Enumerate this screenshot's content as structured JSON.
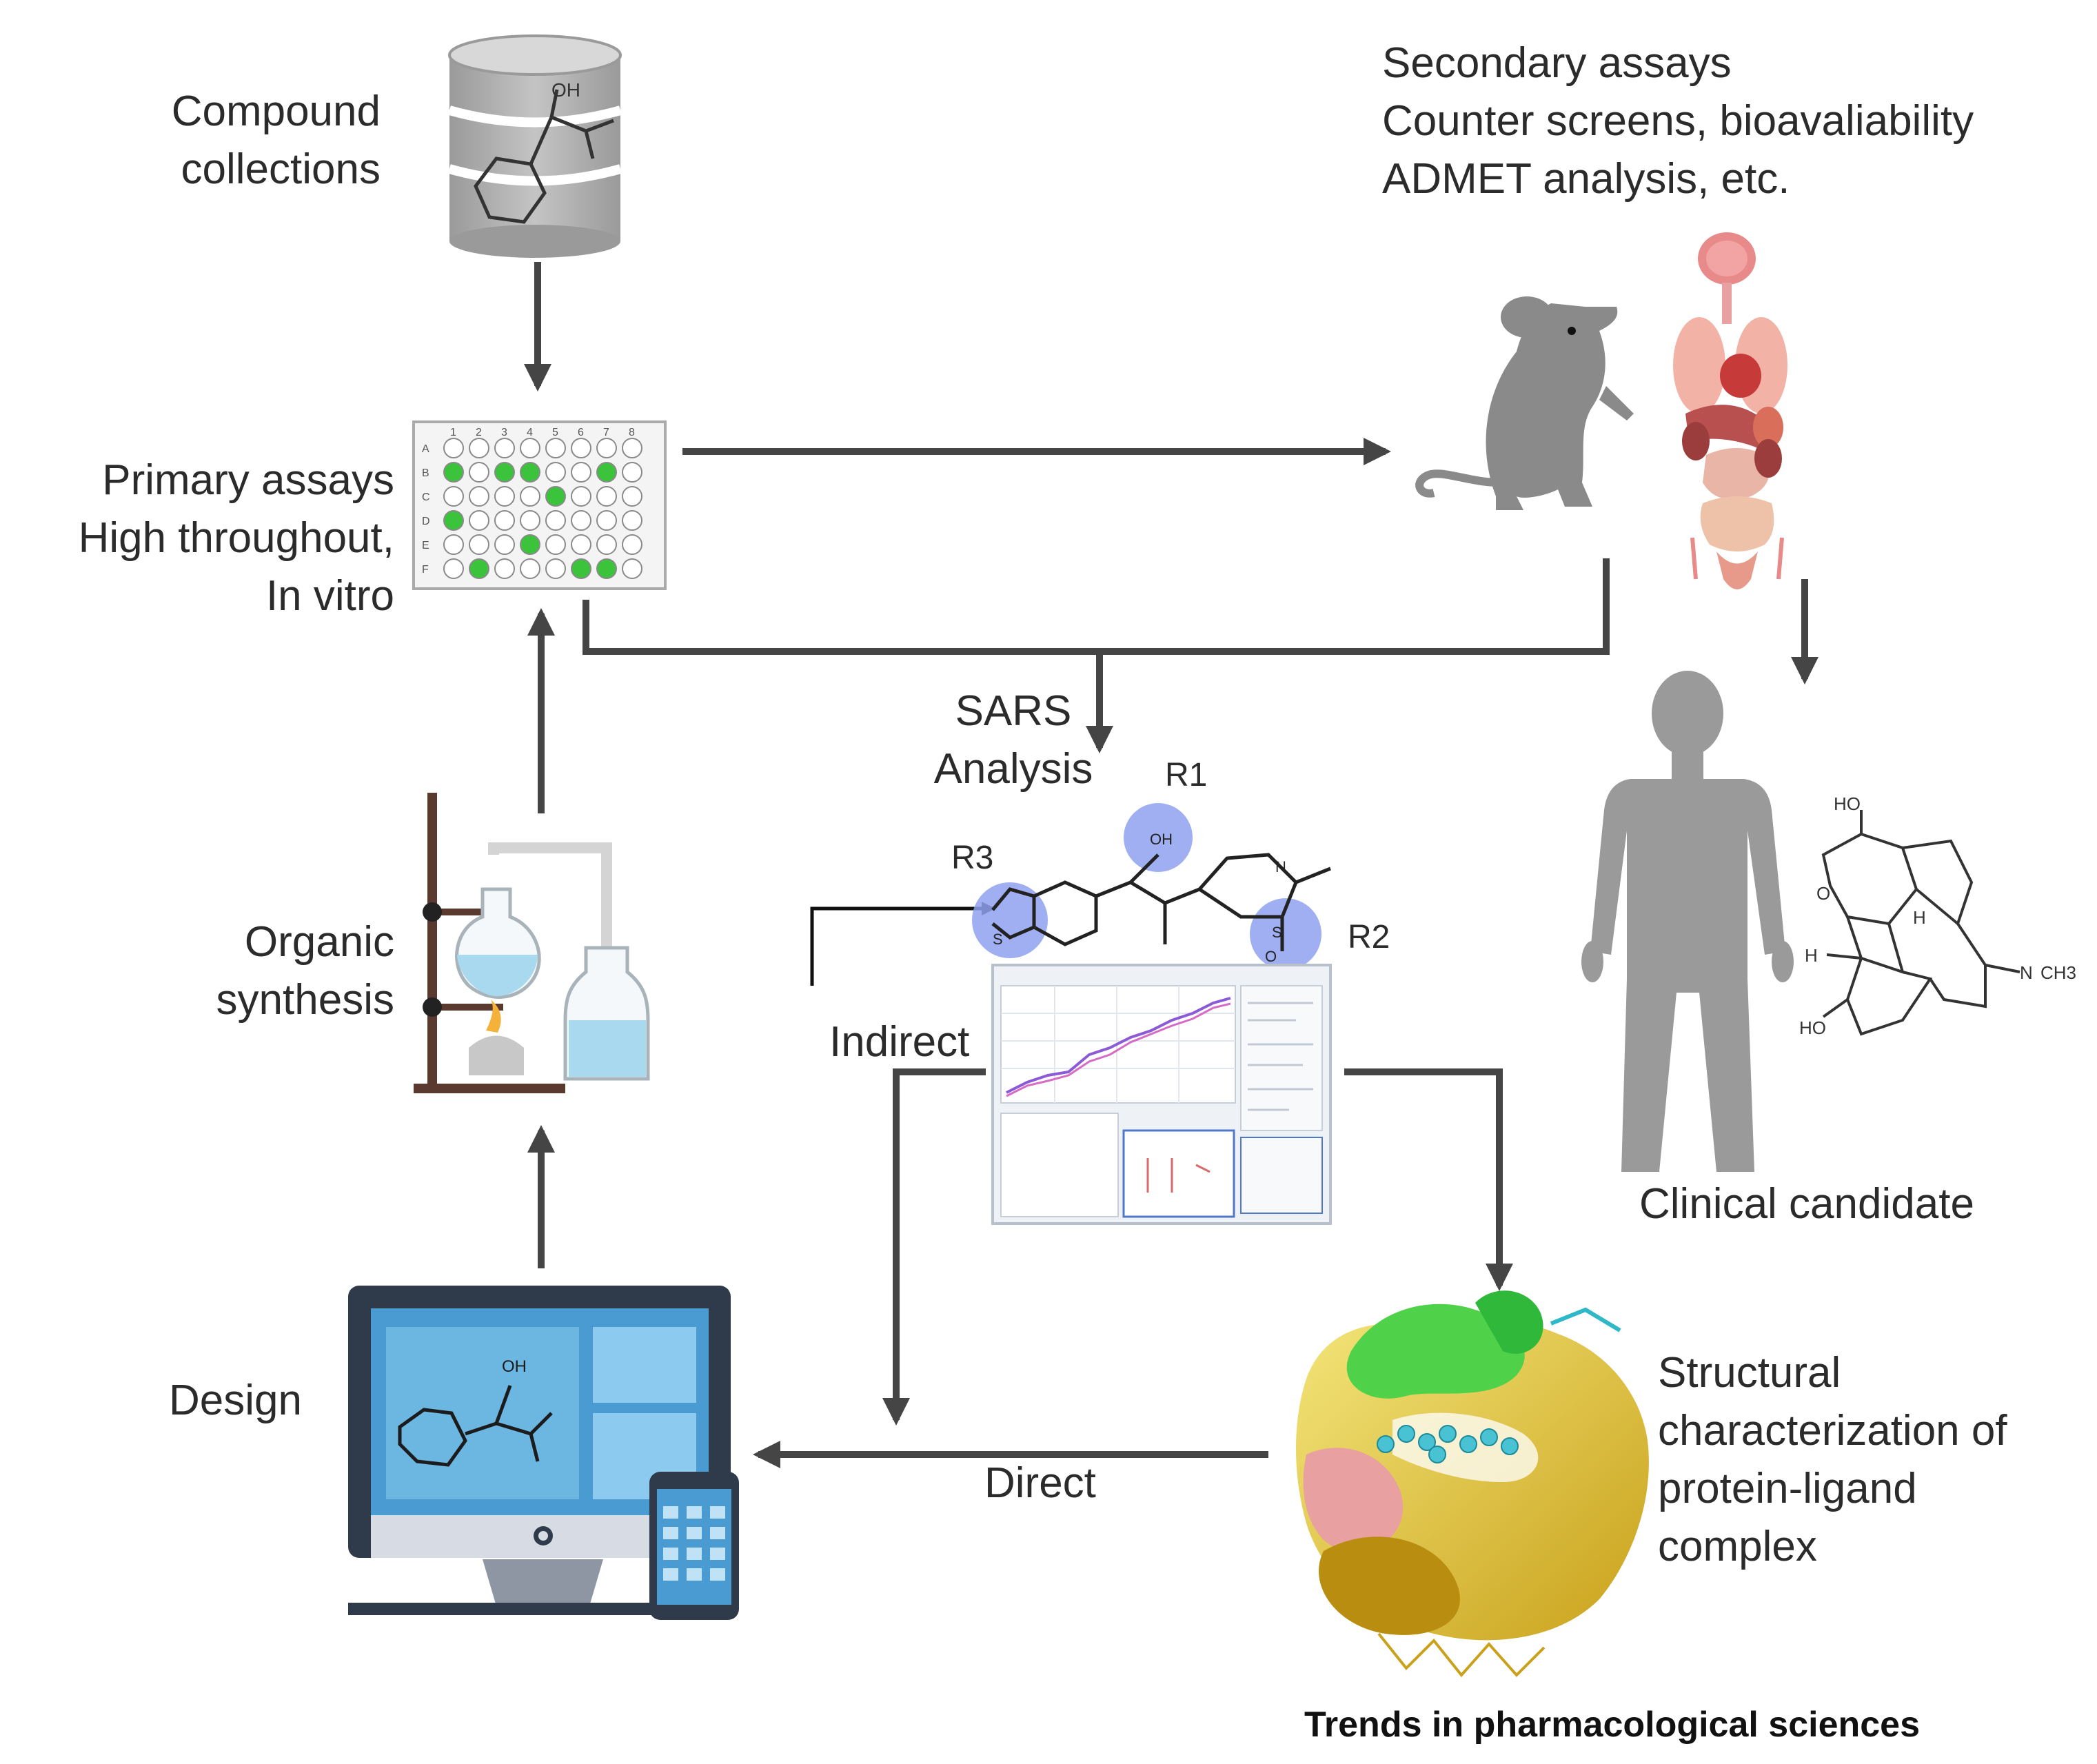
{
  "labels": {
    "compound": [
      "Compound",
      "collections"
    ],
    "primary": [
      "Primary assays",
      "High throughout,",
      "In vitro"
    ],
    "organic": [
      "Organic",
      "synthesis"
    ],
    "design": "Design",
    "secondary": [
      "Secondary assays",
      "Counter screens, bioavaliability",
      "ADMET analysis, etc."
    ],
    "sars": [
      "SARS",
      "Analysis"
    ],
    "r1": "R1",
    "r2": "R2",
    "r3": "R3",
    "indirect": "Indirect",
    "direct": "Direct",
    "clinical": "Clinical candidate",
    "structural": [
      "Structural",
      "characterization of",
      "protein-ligand",
      "complex"
    ],
    "footer": "Trends in pharmacological sciences"
  },
  "plate": {
    "row_letters": [
      "A",
      "B",
      "C",
      "D",
      "E",
      "F"
    ],
    "col_numbers": [
      "1",
      "2",
      "3",
      "4",
      "5",
      "6",
      "7",
      "8"
    ],
    "hits": [
      [
        1,
        0
      ],
      [
        1,
        2
      ],
      [
        1,
        3
      ],
      [
        1,
        6
      ],
      [
        2,
        4
      ],
      [
        3,
        0
      ],
      [
        4,
        3
      ],
      [
        5,
        1
      ],
      [
        5,
        5
      ],
      [
        5,
        6
      ]
    ]
  },
  "morphine_atoms": [
    "HO",
    "O",
    "H",
    "H",
    "HO",
    "N",
    "CH3"
  ],
  "molecule_atoms": [
    "OH",
    "N",
    "S",
    "S",
    "O"
  ],
  "icons": [
    "database-icon",
    "well-plate-icon",
    "mouse-icon",
    "organs-icon",
    "human-silhouette-icon",
    "lab-glassware-icon",
    "computer-monitor-icon",
    "smartphone-icon",
    "protein-surface-icon",
    "software-screenshot-icon"
  ],
  "colors": {
    "arrow": "#454545",
    "hit_well": "#3cc33c",
    "highlight": "#8ea1ee",
    "figure_gray": "#8a8a8a"
  }
}
